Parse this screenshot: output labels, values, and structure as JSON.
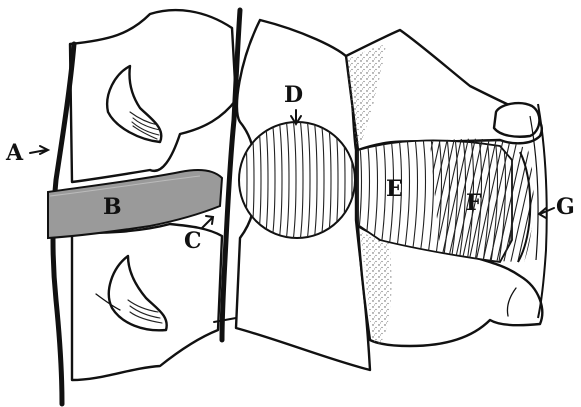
{
  "diagram": {
    "labels": {
      "A": "A",
      "B": "B",
      "C": "C",
      "D": "D",
      "E": "E",
      "F": "F",
      "G": "G"
    },
    "colors": {
      "ink": "#111111",
      "canal_fill": "#9a9a9a",
      "stipple": "#555555",
      "background": "#ffffff"
    }
  }
}
